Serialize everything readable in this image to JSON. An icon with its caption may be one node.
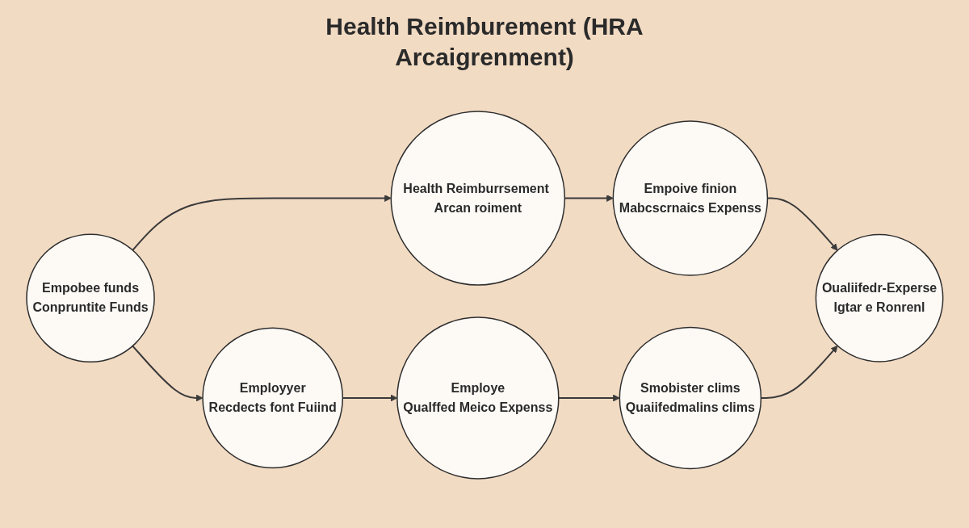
{
  "diagram": {
    "title": "Health Reimburement (HRA Arcaigrenment)",
    "nodes": [
      {
        "text": [
          "Empobee funds",
          "Conpruntite Funds"
        ]
      },
      {
        "text": [
          "Health Reimburrsement Arcan roiment"
        ]
      },
      {
        "text": [
          "Empoive finion",
          "Mabcscrnaics Expenss"
        ]
      },
      {
        "text": [
          "Employyer",
          "Recdects font Fuiind"
        ]
      },
      {
        "text": [
          "Employe",
          "Qualffed Meico Expenss"
        ]
      },
      {
        "text": [
          "Smobister clims",
          "Quaiifedmalins clims"
        ]
      },
      {
        "text": [
          "Oualiifedr-Experse",
          "Igtar e Ronrenl"
        ]
      }
    ],
    "edges": [
      {
        "from": 0,
        "to": 1,
        "arrow": "to"
      },
      {
        "from": 1,
        "to": 2,
        "arrow": "to"
      },
      {
        "from": 0,
        "to": 3,
        "arrow": "to"
      },
      {
        "from": 2,
        "to": 6,
        "arrow": "to"
      },
      {
        "from": 3,
        "to": 4,
        "arrow": "to"
      },
      {
        "from": 4,
        "to": 5,
        "arrow": "to"
      },
      {
        "from": 5,
        "to": 6,
        "arrow": "to"
      }
    ]
  }
}
